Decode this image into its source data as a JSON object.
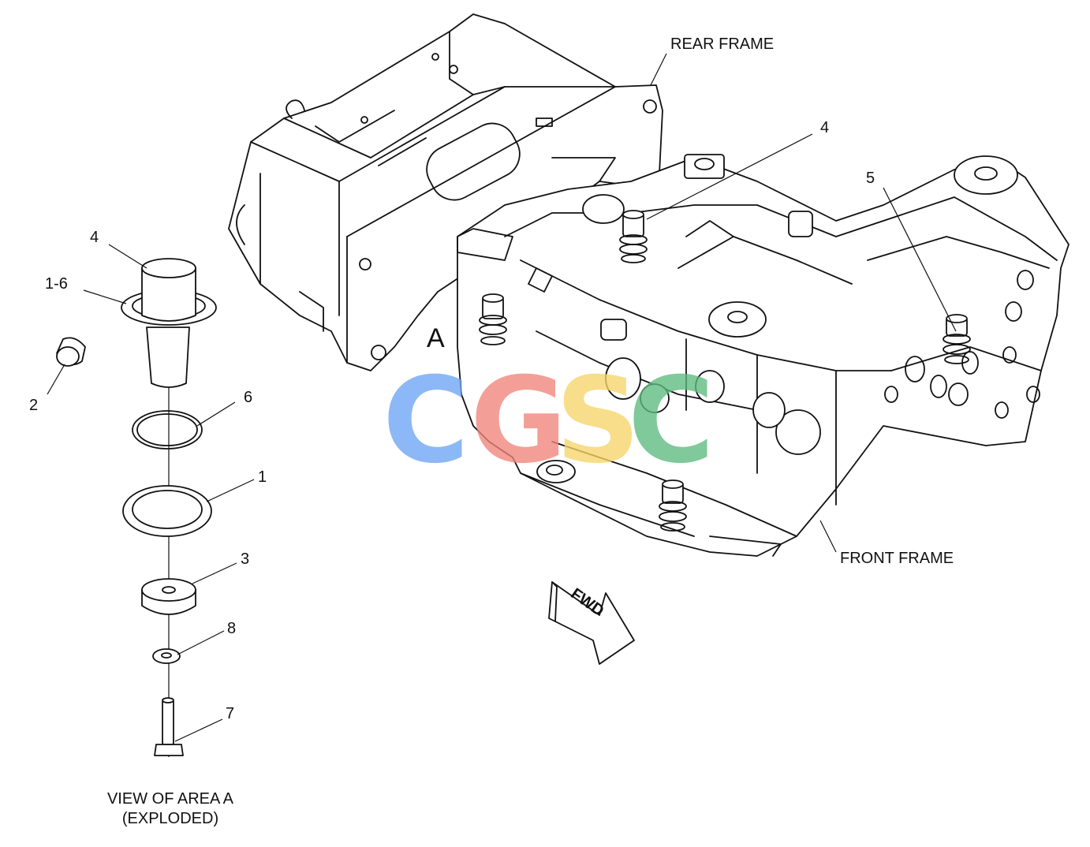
{
  "callouts": {
    "rear_frame": "REAR FRAME",
    "front_frame": "FRONT FRAME",
    "area_a": "A",
    "fwd": "FWD",
    "view_line1": "VIEW OF AREA A",
    "view_line2": "(EXPLODED)",
    "item_4_top": "4",
    "item_5": "5",
    "item_4_exploded": "4",
    "item_1_6": "1-6",
    "item_2": "2",
    "item_6": "6",
    "item_1": "1",
    "item_3": "3",
    "item_8": "8",
    "item_7": "7"
  },
  "watermark": {
    "letters": [
      "C",
      "G",
      "S",
      "C"
    ],
    "colors": [
      "#6ea5f5",
      "#f0857a",
      "#f7d66a",
      "#5dbb7e"
    ]
  }
}
